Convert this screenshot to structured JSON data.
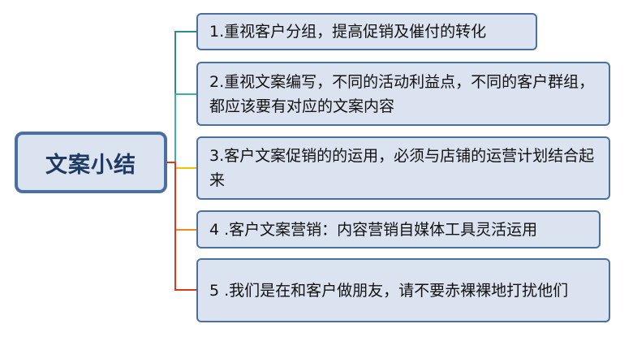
{
  "mindmap": {
    "root": {
      "label": "文案小结"
    },
    "branches": [
      {
        "label": "1.重视客户分组，提高促销及催付的转化",
        "color": "#2e8b8b"
      },
      {
        "label": "2.重视文案编写，不同的活动利益点，不同的客户群组，都应该要有对应的文案内容",
        "color": "#3fb0a8"
      },
      {
        "label": "3.客户文案促销的的运用，必须与店铺的运营计划结合起来",
        "color": "#f2c200"
      },
      {
        "label": "4 .客户文案营销：内容营销自媒体工具灵活运用",
        "color": "#f08a1c"
      },
      {
        "label": "5 .我们是在和客户做朋友，请不要赤裸裸地打扰他们",
        "color": "#d9391f"
      }
    ]
  }
}
